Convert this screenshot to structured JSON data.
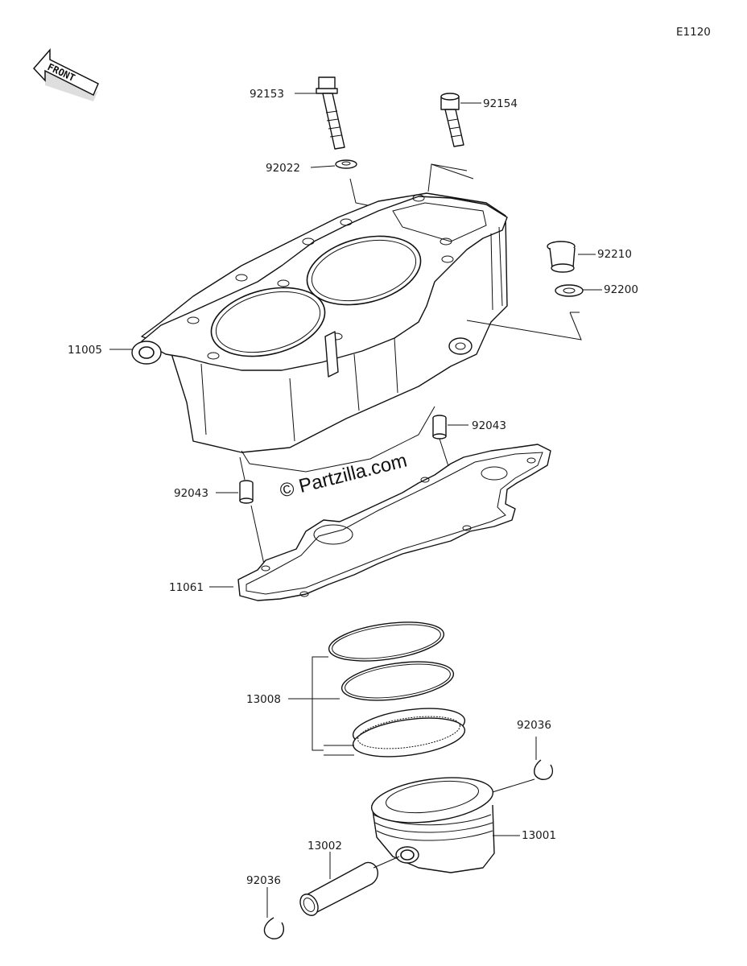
{
  "diagram_id": "E1120",
  "watermark": "© Partzilla.com",
  "front_label": "FRONT",
  "parts": {
    "bolt_flange": "92153",
    "bolt_socket": "92154",
    "washer": "92022",
    "collar": "92210",
    "washer_2": "92200",
    "cylinder": "11005",
    "dowel_pin_right": "92043",
    "dowel_pin_left": "92043",
    "gasket": "11061",
    "piston_rings": "13008",
    "circlip_right": "92036",
    "piston": "13001",
    "piston_pin": "13002",
    "circlip_left": "92036"
  }
}
